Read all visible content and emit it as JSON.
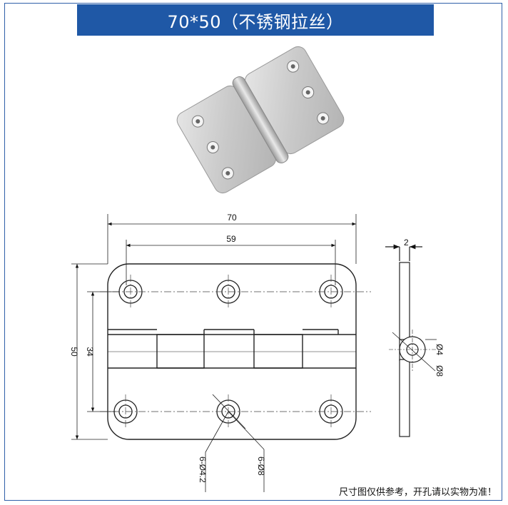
{
  "header": {
    "title": "70*50（不锈钢拉丝）"
  },
  "drawing": {
    "dim_overall_width": "70",
    "dim_hole_spacing_x": "59",
    "dim_overall_height": "50",
    "dim_hole_spacing_y": "34",
    "dim_thickness": "2",
    "dim_pin_hole": "Ø4",
    "dim_knuckle": "Ø8",
    "dim_holes": "6-Ø4.2",
    "dim_countersink": "6-Ø8"
  },
  "footer": {
    "note": "尺寸图仅供参考，开孔请以实物为准！"
  }
}
